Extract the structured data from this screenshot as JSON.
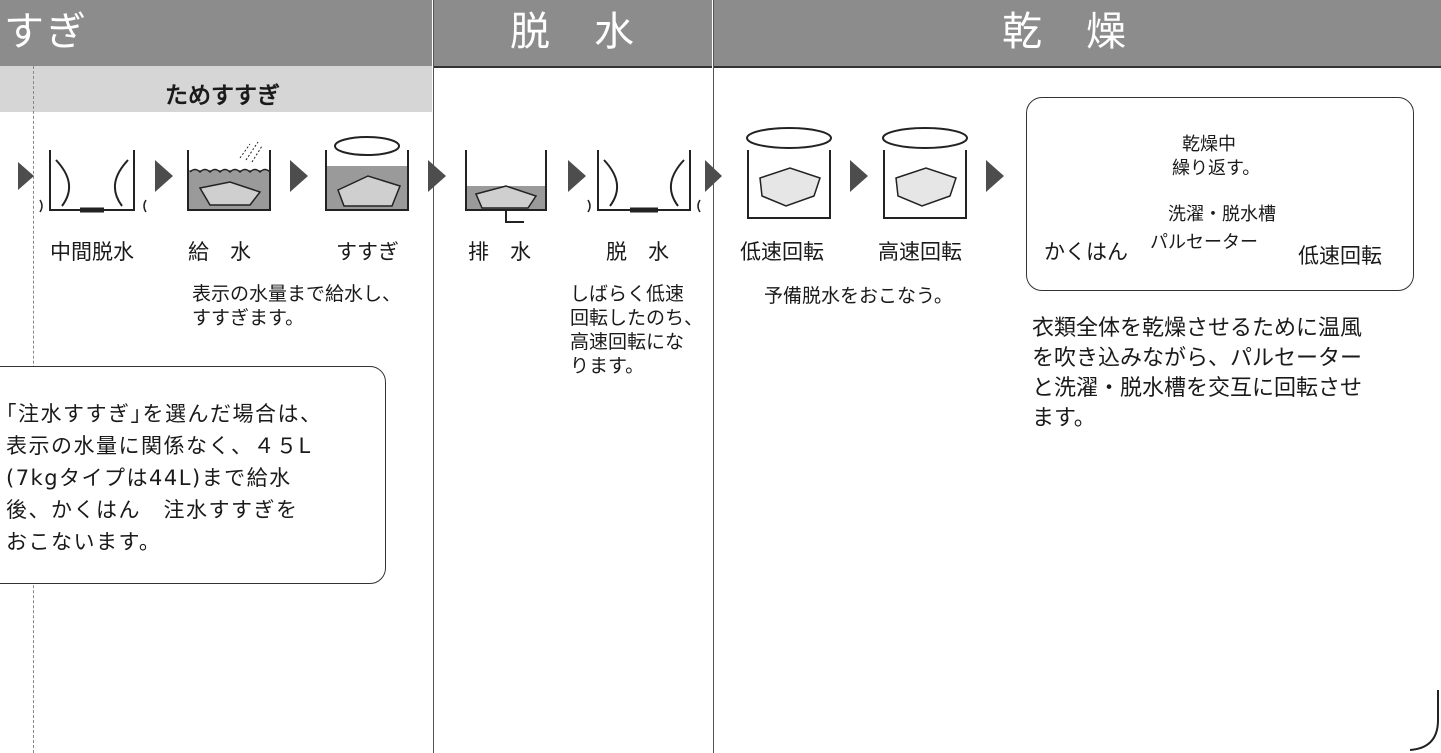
{
  "headers": {
    "rinse": "すぎ",
    "spin": "脱　水",
    "dry": "乾　燥"
  },
  "rinse_sub": "ためすすぎ",
  "steps": {
    "mid_spin": "中間脱水",
    "water_supply": "給　水",
    "rinse": "すすぎ",
    "drain": "排　水",
    "spin": "脱　水",
    "low_rot_1": "低速回転",
    "high_rot": "高速回転",
    "agitate": "かくはん",
    "low_rot_2": "低速回転"
  },
  "drying_box": {
    "during": "乾燥中",
    "repeat": "繰り返す。",
    "tub": "洗濯・脱水槽",
    "pulsator": "パルセーター"
  },
  "notes": {
    "supply": [
      "表示の水量まで給水し、",
      "すすぎます。"
    ],
    "spin": [
      "しばらく低速",
      "回転したのち、",
      "高速回転にな",
      "ります。"
    ],
    "prespin": "予備脱水をおこなう。",
    "dry": [
      "衣類全体を乾燥させるために温風",
      "を吹き込みながら、パルセーター",
      "と洗濯・脱水槽を交互に回転させ",
      "ます。"
    ]
  },
  "callout": [
    "｢注水すすぎ｣を選んだ場合は、",
    "表示の水量に関係なく、４５L",
    "(7kgタイプは44L)まで給水",
    "後、かくはん　注水すすぎを",
    "おこないます。"
  ]
}
